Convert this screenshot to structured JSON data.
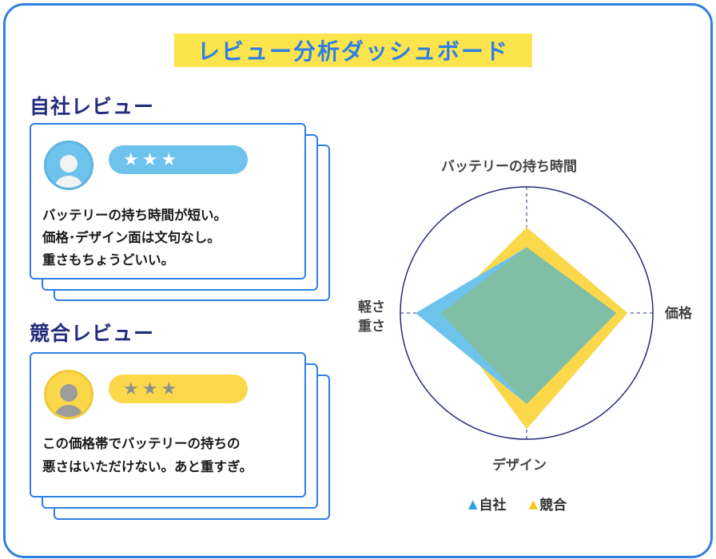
{
  "dashboard": {
    "title": "レビュー分析ダッシュボード"
  },
  "own_reviews": {
    "heading": "自社レビュー",
    "rating": "★★★",
    "lines": [
      "バッテリーの持ち時間が短い。",
      "価格･デザイン面は文句なし。",
      "重さもちょうどいい。"
    ]
  },
  "competitor_reviews": {
    "heading": "競合レビュー",
    "rating": "★★★",
    "lines": [
      "この価格帯でバッテリーの持ちの",
      "悪さはいただけない。あと重すぎ。"
    ]
  },
  "chart_data": {
    "type": "radar",
    "axes": [
      "バッテリーの持ち時間",
      "価格",
      "デザイン",
      "軽さ 重さ"
    ],
    "axis_label_lines": {
      "weight": [
        "軽さ",
        "重さ"
      ]
    },
    "range": [
      0,
      1
    ],
    "series": [
      {
        "name": "自社",
        "values": [
          0.52,
          0.71,
          0.72,
          0.88
        ],
        "color": "#6ec3ec"
      },
      {
        "name": "競合",
        "values": [
          0.68,
          0.8,
          0.92,
          0.68
        ],
        "color": "#fbd84a"
      }
    ],
    "overlap_color": "#80bea5"
  },
  "colors": {
    "accent": "#2f7fe3",
    "heading": "#232c7c",
    "highlight": "#fbe44c",
    "circle": "#262a7a"
  }
}
